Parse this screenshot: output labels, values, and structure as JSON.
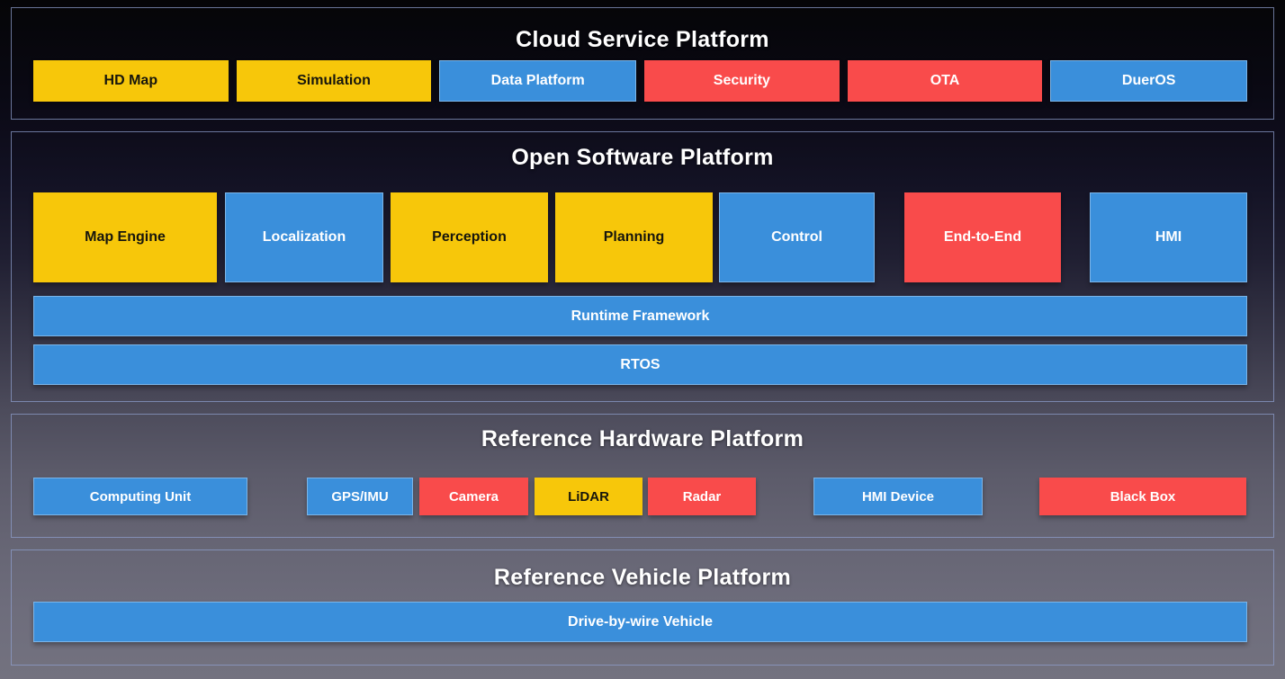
{
  "palette": {
    "yellow": "#F7C70A",
    "blue": "#3A8FDB",
    "red": "#F94B4B",
    "section_border": "#8FA0CE",
    "title_text": "#FFFFFF",
    "yellow_box_text": "#17160D",
    "background_top": "#050507",
    "background_bottom": "#73727F"
  },
  "sections": {
    "cloud": {
      "title": "Cloud Service Platform",
      "items": [
        {
          "label": "HD Map",
          "color": "yellow"
        },
        {
          "label": "Simulation",
          "color": "yellow"
        },
        {
          "label": "Data Platform",
          "color": "blue"
        },
        {
          "label": "Security",
          "color": "red"
        },
        {
          "label": "OTA",
          "color": "red"
        },
        {
          "label": "DuerOS",
          "color": "blue"
        }
      ]
    },
    "software": {
      "title": "Open Software Platform",
      "modules": [
        {
          "label": "Map Engine",
          "color": "yellow"
        },
        {
          "label": "Localization",
          "color": "blue"
        },
        {
          "label": "Perception",
          "color": "yellow"
        },
        {
          "label": "Planning",
          "color": "yellow"
        },
        {
          "label": "Control",
          "color": "blue"
        },
        {
          "label": "End-to-End",
          "color": "red"
        },
        {
          "label": "HMI",
          "color": "blue"
        }
      ],
      "bars": [
        {
          "label": "Runtime Framework",
          "color": "blue"
        },
        {
          "label": "RTOS",
          "color": "blue"
        }
      ]
    },
    "hardware": {
      "title": "Reference Hardware Platform",
      "items": [
        {
          "label": "Computing Unit",
          "color": "blue"
        },
        {
          "label": "GPS/IMU",
          "color": "blue"
        },
        {
          "label": "Camera",
          "color": "red"
        },
        {
          "label": "LiDAR",
          "color": "yellow"
        },
        {
          "label": "Radar",
          "color": "red"
        },
        {
          "label": "HMI Device",
          "color": "blue"
        },
        {
          "label": "Black Box",
          "color": "red"
        }
      ]
    },
    "vehicle": {
      "title": "Reference Vehicle Platform",
      "bars": [
        {
          "label": "Drive-by-wire Vehicle",
          "color": "blue"
        }
      ]
    }
  }
}
